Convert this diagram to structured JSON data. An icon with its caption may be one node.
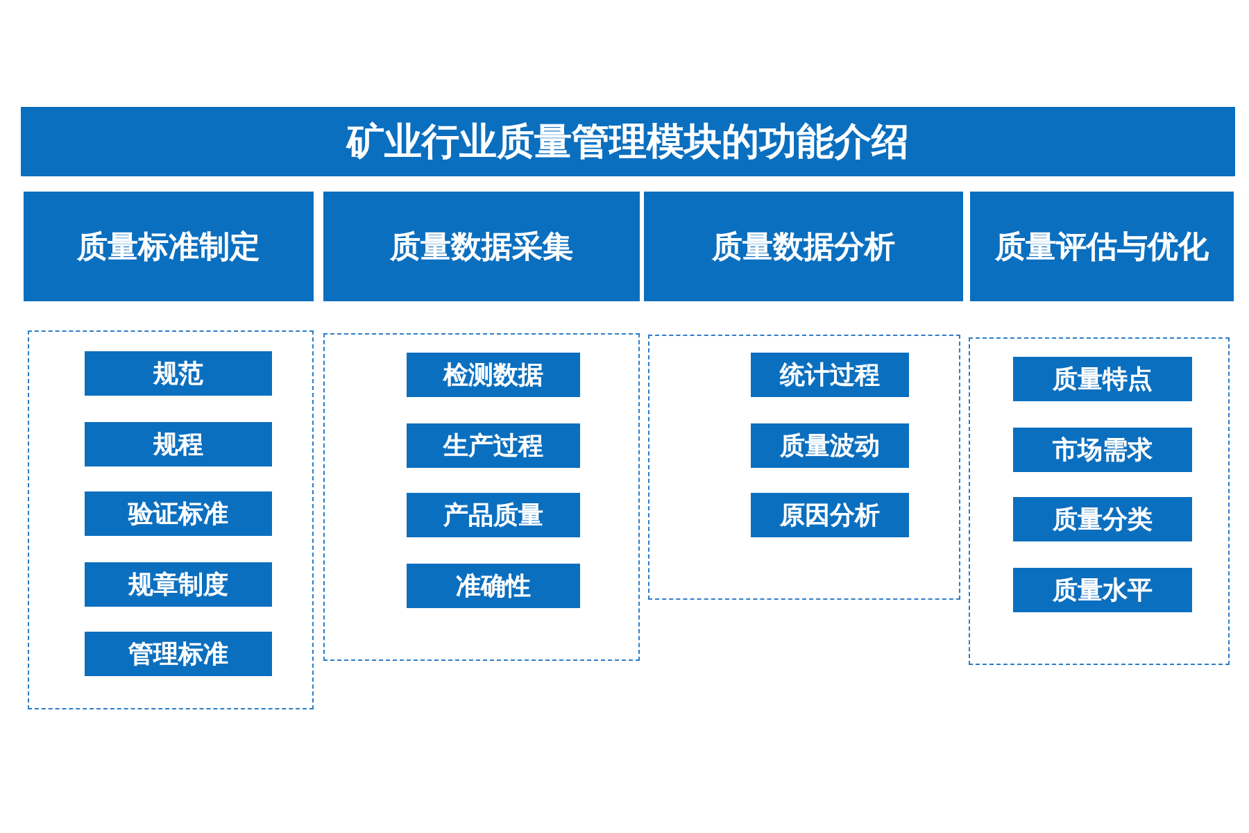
{
  "diagram": {
    "title": "矿业行业质量管理模块的功能介绍",
    "nodes": [
      {
        "text": [
          "质量标准制定"
        ]
      },
      {
        "text": [
          "质量数据采集"
        ]
      },
      {
        "text": [
          "质量数据分析"
        ]
      },
      {
        "text": [
          "质量评估与优化"
        ]
      },
      {
        "text": [],
        "shape": "box"
      },
      {
        "text": [
          "规范"
        ],
        "in": 4
      },
      {
        "text": [
          "规程"
        ],
        "in": 4
      },
      {
        "text": [
          "验证标准"
        ],
        "in": 4
      },
      {
        "text": [
          "规章制度"
        ],
        "in": 4
      },
      {
        "text": [
          "管理标准"
        ],
        "in": 4
      },
      {
        "text": [],
        "shape": "box"
      },
      {
        "text": [
          "检测数据"
        ],
        "in": 10
      },
      {
        "text": [
          "生产过程"
        ],
        "in": 10
      },
      {
        "text": [
          "产品质量"
        ],
        "in": 10
      },
      {
        "text": [
          "准确性"
        ],
        "in": 10
      },
      {
        "text": [],
        "shape": "box"
      },
      {
        "text": [
          "统计过程"
        ],
        "in": 15
      },
      {
        "text": [
          "质量波动"
        ],
        "in": 15
      },
      {
        "text": [
          "原因分析"
        ],
        "in": 15
      },
      {
        "text": [],
        "shape": "box"
      },
      {
        "text": [
          "质量特点"
        ],
        "in": 19
      },
      {
        "text": [
          "市场需求"
        ],
        "in": 19
      },
      {
        "text": [
          "质量分类"
        ],
        "in": 19
      },
      {
        "text": [
          "质量水平"
        ],
        "in": 19
      }
    ]
  }
}
